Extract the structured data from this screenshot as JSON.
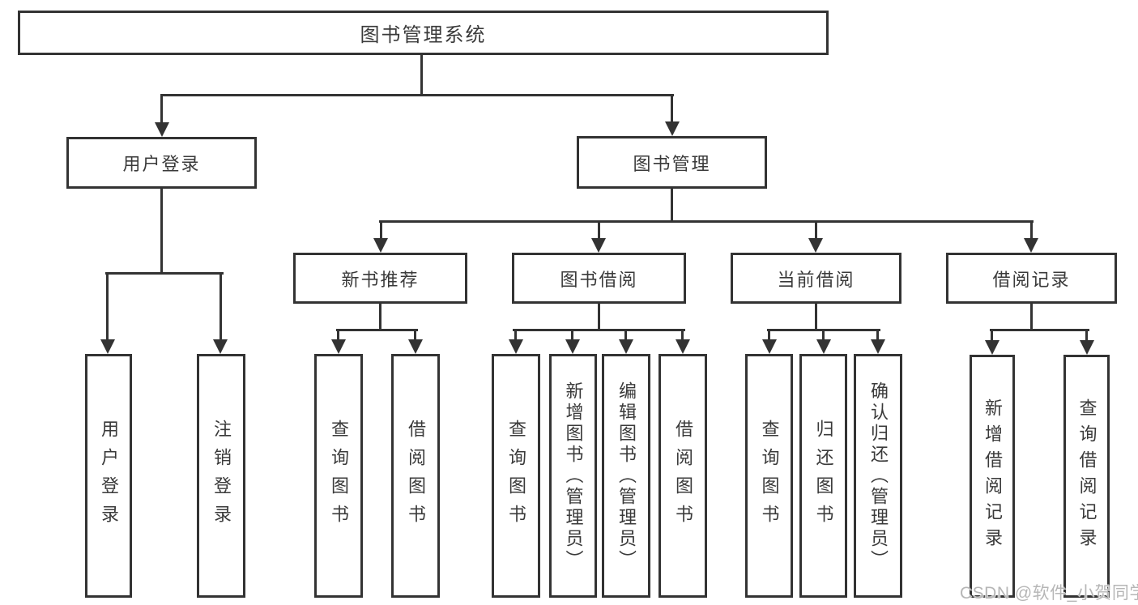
{
  "diagram": {
    "root": {
      "label": "图书管理系统"
    },
    "branches": [
      {
        "label": "用户登录",
        "children": [
          {
            "label": "用户登录"
          },
          {
            "label": "注销登录"
          }
        ]
      },
      {
        "label": "图书管理",
        "children": [
          {
            "label": "新书推荐",
            "children": [
              {
                "label": "查询图书"
              },
              {
                "label": "借阅图书"
              }
            ]
          },
          {
            "label": "图书借阅",
            "children": [
              {
                "label": "查询图书"
              },
              {
                "label": "新增图书（管理员）"
              },
              {
                "label": "编辑图书（管理员）"
              },
              {
                "label": "借阅图书"
              }
            ]
          },
          {
            "label": "当前借阅",
            "children": [
              {
                "label": "查询图书"
              },
              {
                "label": "归还图书"
              },
              {
                "label": "确认归还（管理员）"
              }
            ]
          },
          {
            "label": "借阅记录",
            "children": [
              {
                "label": "新增借阅记录"
              },
              {
                "label": "查询借阅记录"
              }
            ]
          }
        ]
      }
    ]
  },
  "watermark": {
    "text": "CSDN @软件_小贺同学"
  },
  "colors": {
    "line": "#333333",
    "text": "#3a3a3a",
    "watermark": "#b6b6b6",
    "background": "#ffffff"
  }
}
